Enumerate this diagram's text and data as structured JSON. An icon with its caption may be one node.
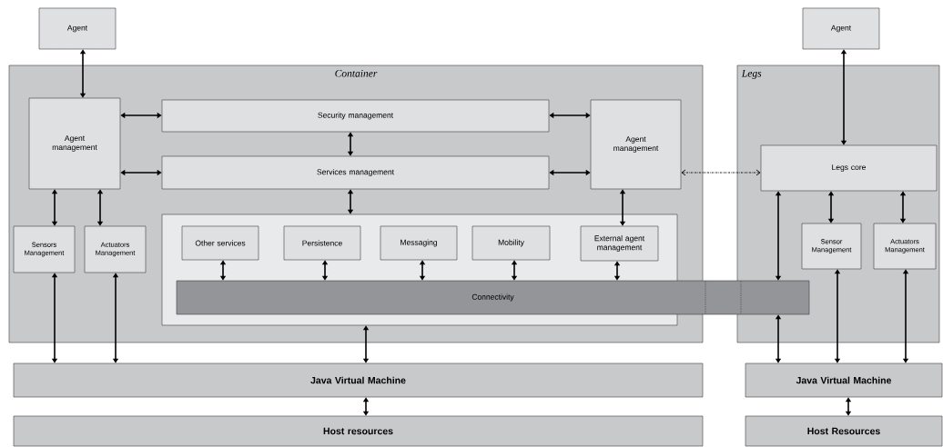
{
  "diagram": {
    "nodes": [
      {
        "text": [
          "Agent"
        ]
      },
      {
        "text": [
          "Container"
        ]
      },
      {
        "text": [
          "Agent management"
        ],
        "in": 1
      },
      {
        "text": [
          "Security management"
        ],
        "in": 1
      },
      {
        "text": [
          "Services management"
        ],
        "in": 1
      },
      {
        "text": [
          "Agent management"
        ],
        "in": 1
      },
      {
        "text": [],
        "shape": "box",
        "in": 1
      },
      {
        "text": [
          "Other services"
        ],
        "in": 6
      },
      {
        "text": [
          "Persistence"
        ],
        "in": 6
      },
      {
        "text": [
          "Messaging"
        ],
        "in": 6
      },
      {
        "text": [
          "Mobility"
        ],
        "in": 6
      },
      {
        "text": [
          "External agent management"
        ],
        "in": 6
      },
      {
        "text": [
          "Connectivity"
        ]
      },
      {
        "text": [
          "Sensors Management"
        ],
        "in": 1
      },
      {
        "text": [
          "Actuators Management"
        ],
        "in": 1
      },
      {
        "text": [
          "Agent"
        ]
      },
      {
        "text": [
          "Legs"
        ]
      },
      {
        "text": [
          "Legs core"
        ],
        "in": 16
      },
      {
        "text": [
          "Sensor Management"
        ],
        "in": 16
      },
      {
        "text": [
          "Actuators Management"
        ],
        "in": 16
      },
      {
        "text": [
          "Java Virtual Machine"
        ]
      },
      {
        "text": [
          "Host resources"
        ]
      },
      {
        "text": [
          "Java Virtual Machine"
        ]
      },
      {
        "text": [
          "Host Resources"
        ]
      }
    ],
    "edges": [
      {
        "from": 0,
        "to": 2,
        "arrow": "both"
      },
      {
        "from": 2,
        "to": 3,
        "arrow": "both"
      },
      {
        "from": 2,
        "to": 4,
        "arrow": "both"
      },
      {
        "from": 3,
        "to": 4,
        "arrow": "both"
      },
      {
        "from": 3,
        "to": 5,
        "arrow": "both"
      },
      {
        "from": 4,
        "to": 5,
        "arrow": "both"
      },
      {
        "from": 4,
        "to": 6,
        "arrow": "both"
      },
      {
        "from": 5,
        "to": 11,
        "arrow": "both"
      },
      {
        "from": 5,
        "to": 17,
        "arrow": "both",
        "style": "dashed"
      },
      {
        "from": 2,
        "to": 13,
        "arrow": "both"
      },
      {
        "from": 2,
        "to": 14,
        "arrow": "both"
      },
      {
        "from": 7,
        "to": 12,
        "arrow": "both"
      },
      {
        "from": 8,
        "to": 12,
        "arrow": "both"
      },
      {
        "from": 9,
        "to": 12,
        "arrow": "both"
      },
      {
        "from": 10,
        "to": 12,
        "arrow": "both"
      },
      {
        "from": 11,
        "to": 12,
        "arrow": "both"
      },
      {
        "from": 13,
        "to": 20,
        "arrow": "both"
      },
      {
        "from": 14,
        "to": 20,
        "arrow": "both"
      },
      {
        "from": 6,
        "to": 20,
        "arrow": "both"
      },
      {
        "from": 20,
        "to": 21,
        "arrow": "both"
      },
      {
        "from": 15,
        "to": 17,
        "arrow": "both"
      },
      {
        "from": 17,
        "to": 12,
        "arrow": "both"
      },
      {
        "from": 17,
        "to": 18,
        "arrow": "both"
      },
      {
        "from": 17,
        "to": 19,
        "arrow": "both"
      },
      {
        "from": 12,
        "to": 22,
        "arrow": "both"
      },
      {
        "from": 18,
        "to": 22,
        "arrow": "both"
      },
      {
        "from": 19,
        "to": 22,
        "arrow": "both"
      },
      {
        "from": 22,
        "to": 23,
        "arrow": "both"
      }
    ]
  }
}
